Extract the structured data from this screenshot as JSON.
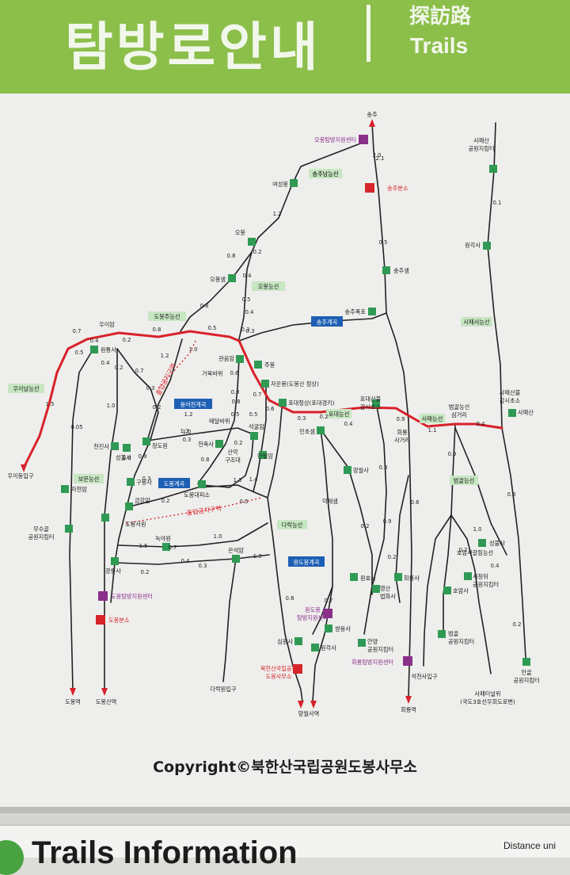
{
  "header": {
    "title_ko": "탐방로안내",
    "title_hanja": "探訪路",
    "title_en": "Trails"
  },
  "copyright": "Copyright©북한산국립공원도봉사무소",
  "lower_panel": {
    "title": "Trails Information",
    "distance_label": "Distance uni"
  },
  "colors": {
    "header_green": "#8cbf4a",
    "main_ridge_red": "#d8212a",
    "trail_black": "#222222",
    "marker_green": "#2f9a53",
    "ridge_label_bg": "#c7e6c2",
    "valley_label_bg": "#1d5fb4",
    "office_red": "#d6262a",
    "center_purple": "#8a2f8a"
  },
  "map": {
    "places": [
      {
        "id": "songchu",
        "text": "송추"
      },
      {
        "id": "obong-center",
        "text": "오봉탐방지원센터"
      },
      {
        "id": "songchu-office",
        "text": "송추분소"
      },
      {
        "id": "yeoseongbong",
        "text": "여성봉"
      },
      {
        "id": "songchunam",
        "text": "송추남능선"
      },
      {
        "id": "obong",
        "text": "오봉"
      },
      {
        "id": "obongsaem",
        "text": "오봉샘"
      },
      {
        "id": "songchusaem",
        "text": "송추샘"
      },
      {
        "id": "songchufalls",
        "text": "송추폭포"
      },
      {
        "id": "uiam",
        "text": "우이암"
      },
      {
        "id": "wontongsa",
        "text": "원통사"
      },
      {
        "id": "gwaneumam",
        "text": "관음암"
      },
      {
        "id": "jubong",
        "text": "주봉"
      },
      {
        "id": "geobukbawi",
        "text": "거북바위"
      },
      {
        "id": "jaunbong",
        "text": "자운봉(도봉산 정상)"
      },
      {
        "id": "podae",
        "text": "포대정상(포대갱키)"
      },
      {
        "id": "podaesanbul",
        "text": "포대산불\n감시초소"
      },
      {
        "id": "maedalbawi",
        "text": "메달바위"
      },
      {
        "id": "seokgulam",
        "text": "석굴암"
      },
      {
        "id": "cheonjinsa",
        "text": "천진사"
      },
      {
        "id": "seongbulsa1",
        "text": "성불사"
      },
      {
        "id": "cheongdowon",
        "text": "청도원"
      },
      {
        "id": "cheonchuksa",
        "text": "천축사"
      },
      {
        "id": "sanak",
        "text": "산악\n구조대"
      },
      {
        "id": "manwolam",
        "text": "만월암"
      },
      {
        "id": "minchosaem",
        "text": "민초샘"
      },
      {
        "id": "mangwolsa",
        "text": "망월사"
      },
      {
        "id": "deokjesaem",
        "text": "덕제샘"
      },
      {
        "id": "hoeryong-junction",
        "text": "회룡\n사거리"
      },
      {
        "id": "beomgol-junction",
        "text": "범골능선\n삼거리"
      },
      {
        "id": "sapaesan-fire",
        "text": "사패산불\n감시초소"
      },
      {
        "id": "sapaesan",
        "text": "사패산"
      },
      {
        "id": "sapaesan-kiosk",
        "text": "사패산\n공원지킴터"
      },
      {
        "id": "wongaksa",
        "text": "원각사"
      },
      {
        "id": "gubongsa",
        "text": "구봉사"
      },
      {
        "id": "dobongdaepiso",
        "text": "도봉대피소"
      },
      {
        "id": "geumgangam",
        "text": "금강암"
      },
      {
        "id": "dobongseowon",
        "text": "도봉서원"
      },
      {
        "id": "nokyawon",
        "text": "녹야원"
      },
      {
        "id": "gwangryunsa",
        "text": "광륜사"
      },
      {
        "id": "dobong-center",
        "text": "도봉탐방지원센터"
      },
      {
        "id": "dobong-office",
        "text": "도봉분소"
      },
      {
        "id": "jahyeonam",
        "text": "자현암"
      },
      {
        "id": "musugol",
        "text": "무수골\n공원지킴터"
      },
      {
        "id": "dobongyeok",
        "text": "도봉역"
      },
      {
        "id": "dobongsanyeok",
        "text": "도봉산역"
      },
      {
        "id": "euneokam",
        "text": "은석암"
      },
      {
        "id": "darakwon",
        "text": "다락원입구"
      },
      {
        "id": "wondo-center",
        "text": "원도봉\n탐방지원센터"
      },
      {
        "id": "ssangyongsa",
        "text": "쌍용사"
      },
      {
        "id": "simwonsa",
        "text": "심원사"
      },
      {
        "id": "wongaksa2",
        "text": "원각사"
      },
      {
        "id": "bukhansan-office",
        "text": "북한산국립공원\n도봉사무소"
      },
      {
        "id": "mangwolsayeok",
        "text": "망월사역"
      },
      {
        "id": "anyang",
        "text": "안양\n공원지킴터"
      },
      {
        "id": "yeongsan",
        "text": "영산\n법화사"
      },
      {
        "id": "wonhyosa",
        "text": "원효사"
      },
      {
        "id": "hoeryongsa",
        "text": "회룡사"
      },
      {
        "id": "hoeryong-center",
        "text": "회룡탐방지원센터"
      },
      {
        "id": "seokcheonsa",
        "text": "석천사입구"
      },
      {
        "id": "hoeryongyeok",
        "text": "회룡역"
      },
      {
        "id": "seongbulsa2",
        "text": "성불사"
      },
      {
        "id": "hoamsa-junction",
        "text": "호암사갈림능선"
      },
      {
        "id": "hoamsa",
        "text": "호암사"
      },
      {
        "id": "sichungdwi",
        "text": "시청뒤\n공원지킴터"
      },
      {
        "id": "beomgol",
        "text": "범골\n공원지킴터"
      },
      {
        "id": "sapaeteoneol",
        "text": "사패터널위\n(국도3호선우회도로변)"
      },
      {
        "id": "angol",
        "text": "안골\n공원지킴터"
      },
      {
        "id": "uidongipgu",
        "text": "우이동입구"
      }
    ],
    "ridge_labels": [
      {
        "id": "songchunam-ridge",
        "text": "송추남능선"
      },
      {
        "id": "obong-ridge",
        "text": "오봉능선"
      },
      {
        "id": "dobongju-ridge",
        "text": "도봉주능선"
      },
      {
        "id": "uinam-ridge",
        "text": "우이남능선"
      },
      {
        "id": "podae-ridge",
        "text": "포대능선"
      },
      {
        "id": "sapae-ridge",
        "text": "사패능선"
      },
      {
        "id": "sapaeseo-ridge",
        "text": "사패서능선"
      },
      {
        "id": "boeun-ridge",
        "text": "보문능선"
      },
      {
        "id": "darak-ridge",
        "text": "다락능선"
      },
      {
        "id": "beomgol-ridge",
        "text": "범골능선"
      }
    ],
    "valley_labels": [
      {
        "id": "songchu-valley",
        "text": "송추계곡"
      },
      {
        "id": "yongeocheon-valley",
        "text": "용어천계곡"
      },
      {
        "id": "dobong-valley",
        "text": "도봉계곡"
      },
      {
        "id": "wondobong-valley",
        "text": "원도봉계곡"
      }
    ],
    "restricted_labels": [
      {
        "id": "restricted-1",
        "text": "출입금지구역"
      },
      {
        "id": "restricted-2",
        "text": "출입금지구역"
      }
    ],
    "distances": [
      {
        "id": "d1",
        "text": "2.1"
      },
      {
        "id": "d2",
        "text": "2.0"
      },
      {
        "id": "d3",
        "text": "1.2"
      },
      {
        "id": "d4",
        "text": "0.5"
      },
      {
        "id": "d5",
        "text": "0.8"
      },
      {
        "id": "d6",
        "text": "0.2"
      },
      {
        "id": "d7",
        "text": "0.4"
      },
      {
        "id": "d8",
        "text": "0.5"
      },
      {
        "id": "d9",
        "text": "0.8"
      },
      {
        "id": "d10",
        "text": "0.4"
      },
      {
        "id": "d11",
        "text": "0.3"
      },
      {
        "id": "d12",
        "text": "0.7"
      },
      {
        "id": "d13",
        "text": "0.8"
      },
      {
        "id": "d14",
        "text": "0.5"
      },
      {
        "id": "d15",
        "text": "0.4"
      },
      {
        "id": "d16",
        "text": "0.5"
      },
      {
        "id": "d17",
        "text": "0.2"
      },
      {
        "id": "d18",
        "text": "0.4"
      },
      {
        "id": "d19",
        "text": "0.2"
      },
      {
        "id": "d20",
        "text": "0.7"
      },
      {
        "id": "d21",
        "text": "1.2"
      },
      {
        "id": "d22",
        "text": "1.5"
      },
      {
        "id": "d23",
        "text": "1.0"
      },
      {
        "id": "d24",
        "text": "0.3"
      },
      {
        "id": "d25",
        "text": "0.7"
      },
      {
        "id": "d26",
        "text": "1.0"
      },
      {
        "id": "d27",
        "text": "0.6"
      },
      {
        "id": "d28",
        "text": "0.3"
      },
      {
        "id": "d29",
        "text": "0.2"
      },
      {
        "id": "d30",
        "text": "1.2"
      },
      {
        "id": "d31",
        "text": "1.3"
      },
      {
        "id": "d32",
        "text": "0.8"
      },
      {
        "id": "d33",
        "text": "0.8"
      },
      {
        "id": "d34",
        "text": "0.5"
      },
      {
        "id": "d35",
        "text": "0.6"
      },
      {
        "id": "d36",
        "text": "0.5"
      },
      {
        "id": "d37",
        "text": "0.3"
      },
      {
        "id": "d38",
        "text": "0.2"
      },
      {
        "id": "d39",
        "text": "0.4"
      },
      {
        "id": "d40",
        "text": "0.9"
      },
      {
        "id": "d41",
        "text": "1.1"
      },
      {
        "id": "d42",
        "text": "0.4"
      },
      {
        "id": "d43",
        "text": "0.05"
      },
      {
        "id": "d44",
        "text": "0.9"
      },
      {
        "id": "d45",
        "text": "0.9"
      },
      {
        "id": "d46",
        "text": "0.3"
      },
      {
        "id": "d47",
        "text": "0.8"
      },
      {
        "id": "d48",
        "text": "0.2"
      },
      {
        "id": "d49",
        "text": "1.0"
      },
      {
        "id": "d50",
        "text": "1.3"
      },
      {
        "id": "d51",
        "text": "1.4"
      },
      {
        "id": "d52",
        "text": "0.5"
      },
      {
        "id": "d53",
        "text": "0.3"
      },
      {
        "id": "d54",
        "text": "0.2"
      },
      {
        "id": "d55",
        "text": "1.5"
      },
      {
        "id": "d56",
        "text": "1.0"
      },
      {
        "id": "d57",
        "text": "0.7"
      },
      {
        "id": "d58",
        "text": "0.4"
      },
      {
        "id": "d59",
        "text": "0.2"
      },
      {
        "id": "d60",
        "text": "0.3"
      },
      {
        "id": "d61",
        "text": "1.3"
      },
      {
        "id": "d62",
        "text": "0.8"
      },
      {
        "id": "d63",
        "text": "0.7"
      },
      {
        "id": "d64",
        "text": "0.3"
      },
      {
        "id": "d65",
        "text": "0.2"
      },
      {
        "id": "d66",
        "text": "0.9"
      },
      {
        "id": "d67",
        "text": "0.2"
      },
      {
        "id": "d68",
        "text": "0.6"
      },
      {
        "id": "d69",
        "text": "0.3"
      },
      {
        "id": "d70",
        "text": "1.0"
      },
      {
        "id": "d71",
        "text": "0.2"
      },
      {
        "id": "d72",
        "text": "0.4"
      },
      {
        "id": "d73",
        "text": "0.3"
      },
      {
        "id": "d74",
        "text": "0.2"
      },
      {
        "id": "d75",
        "text": "0.1"
      }
    ]
  }
}
